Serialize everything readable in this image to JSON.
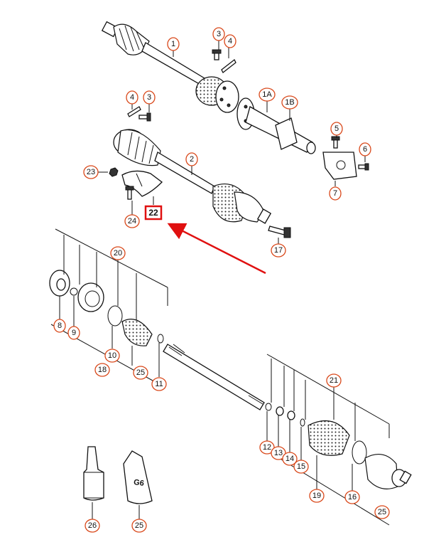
{
  "callouts": {
    "c1": "1",
    "c1A": "1A",
    "c1B": "1B",
    "c2": "2",
    "c3a": "3",
    "c3b": "3",
    "c4a": "4",
    "c4b": "4",
    "c5": "5",
    "c6": "6",
    "c7": "7",
    "c8": "8",
    "c9": "9",
    "c10": "10",
    "c11": "11",
    "c12": "12",
    "c13": "13",
    "c14": "14",
    "c15": "15",
    "c16": "16",
    "c17": "17",
    "c18": "18",
    "c19": "19",
    "c20": "20",
    "c21": "21",
    "c22": "22",
    "c23": "23",
    "c24": "24",
    "c25a": "25",
    "c25b": "25",
    "c25c": "25",
    "c26": "26"
  },
  "tube_label": "G6",
  "highlight": {
    "part_number": "22",
    "box_color": "#e01010",
    "arrow_color": "#e01010"
  },
  "colors": {
    "callout_ring": "#d9481a",
    "line": "#111111"
  }
}
